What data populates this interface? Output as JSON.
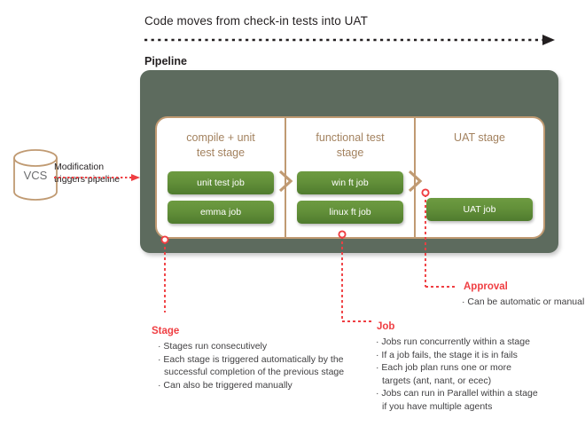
{
  "header": {
    "caption": "Code moves from check-in tests into UAT",
    "pipeline_label": "Pipeline"
  },
  "vcs": {
    "label": "VCS",
    "trigger_line1": "Modification",
    "trigger_line2": "triggers pipeline"
  },
  "pipeline": {
    "stages": [
      {
        "title_line1": "compile + unit",
        "title_line2": "test stage",
        "jobs": [
          "unit test job",
          "emma job"
        ]
      },
      {
        "title_line1": "functional test",
        "title_line2": "stage",
        "jobs": [
          "win ft job",
          "linux ft job"
        ]
      },
      {
        "title_line1": "UAT stage",
        "title_line2": "",
        "jobs": [
          "UAT job"
        ]
      }
    ]
  },
  "annotations": {
    "stage": {
      "title": "Stage",
      "bullets": [
        "· Stages run consecutively",
        "· Each stage is triggered automatically by the",
        "successful completion of the previous stage",
        "· Can also be triggered manually"
      ]
    },
    "job": {
      "title": "Job",
      "bullets": [
        "· Jobs run concurrently within a stage",
        "· If a job fails, the stage it is in fails",
        "· Each job plan runs one or more",
        "targets (ant, nant, or ecec)",
        "· Jobs can run in Parallel within a stage",
        "if you have multiple agents"
      ]
    },
    "approval": {
      "title": "Approval",
      "bullets": [
        "· Can be automatic or manual"
      ]
    }
  },
  "colors": {
    "accent_red": "#ef3e42",
    "pipeline_bg": "#5d6b5e",
    "stage_border": "#c09a72",
    "stage_title": "#a3825f",
    "job_green": "#628f39",
    "text_dark": "#231f20",
    "text_body": "#414042",
    "vcs_outline": "#c09a72"
  }
}
